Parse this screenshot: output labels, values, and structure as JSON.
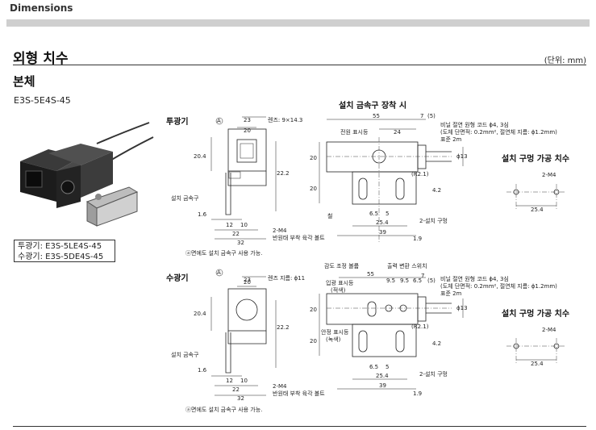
{
  "header": {
    "tab_title": "Dimensions"
  },
  "section": {
    "title": "외형 치수",
    "unit": "(단위: mm)",
    "subtitle": "본체"
  },
  "product": {
    "model": "E3S-5E4S-45",
    "models": [
      "투광기: E3S-5LE4S-45",
      "수광기: E3S-5DE4S-45"
    ]
  },
  "emitter": {
    "title": "투광기",
    "note": "ⓐ면에도 설치 금속구 사용 가능.",
    "lens": "렌즈: 9×14.3",
    "bracket": "설치 금속구",
    "bolt_a": "2-M4",
    "bolt_b": "반원태 부착 육각 볼트",
    "dims": [
      "23",
      "20",
      "20.4",
      "22.2",
      "1.6",
      "12",
      "10",
      "22",
      "32"
    ]
  },
  "receiver": {
    "title": "수광기",
    "lens": "렌즈 지름: ϕ11",
    "dims": [
      "23",
      "20",
      "20.4",
      "22.2",
      "1.6",
      "12",
      "10",
      "22",
      "32"
    ]
  },
  "side_top": {
    "title": "설치 금속구 장착 시",
    "power": "전원 표시등",
    "cable": [
      "비닐 절연 원형 코드 ϕ4, 3심",
      "(도체 단면적: 0.2mm², 절연체 지름: ϕ1.2mm)",
      "표준 2m"
    ],
    "iron": "철",
    "hole": "2-설치 구멍",
    "dims": [
      "55",
      "7",
      "(5)",
      "24",
      "20",
      "ϕ13",
      "20",
      "(R2.1)",
      "4.2",
      "6.5",
      "5",
      "25.4",
      "39",
      "1.9"
    ]
  },
  "side_bottom": {
    "adjust": "감도 조정 볼륨",
    "indicator": [
      "입광 표시등",
      "(적색)"
    ],
    "switch": "출력 변환 스위치",
    "stable": [
      "안정 표시등",
      "(녹색)"
    ],
    "cable": [
      "비닐 절연 원형 코드 ϕ4, 3심",
      "(도체 단면적: 0.2mm², 절연체 지름: ϕ1.2mm)",
      "표준 2m"
    ],
    "hole": "2-설치 구멍",
    "dims": [
      "55",
      "9.5",
      "9.5",
      "6.5",
      "7",
      "(5)",
      "20",
      "ϕ13",
      "20",
      "(R2.1)",
      "4.2",
      "6.5",
      "5",
      "25.4",
      "39",
      "1.9"
    ]
  },
  "mounting": {
    "title": "설치 구멍 가공 치수",
    "bolt": "2-M4",
    "pitch": "25.4"
  }
}
